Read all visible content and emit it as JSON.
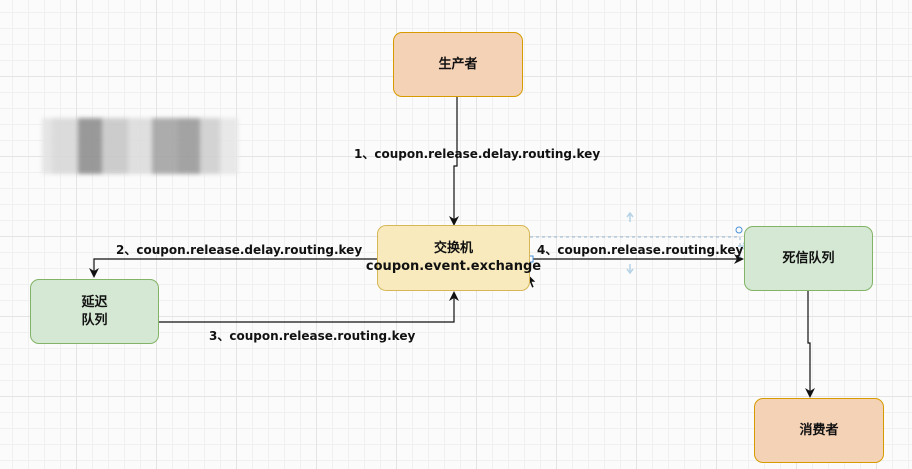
{
  "nodes": {
    "producer": {
      "label": "生产者"
    },
    "exchange": {
      "label": "交换机\ncoupon.event.exchange"
    },
    "delay_queue": {
      "label": "延迟\n队列"
    },
    "dead_letter_queue": {
      "label": "死信队列"
    },
    "consumer": {
      "label": "消费者"
    }
  },
  "edges": {
    "step1": {
      "label": "1、coupon.release.delay.routing.key"
    },
    "step2": {
      "label": "2、coupon.release.delay.routing.key"
    },
    "step3": {
      "label": "3、coupon.release.routing.key"
    },
    "step4": {
      "label": "4、coupon.release.routing.key"
    }
  },
  "colors": {
    "orange_fill": "#f4d2b6",
    "green_fill": "#d5e8d4",
    "yellow_fill": "#f8eabd",
    "edge": "#111111"
  },
  "redacted_region": {
    "description_visible": false
  }
}
